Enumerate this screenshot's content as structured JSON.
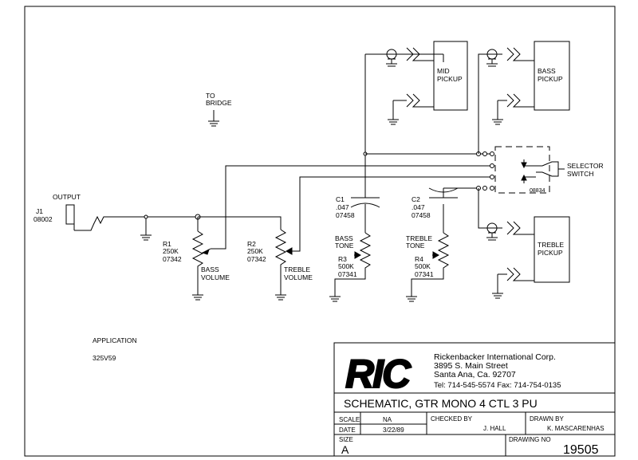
{
  "labels": {
    "output": "OUTPUT",
    "j1": "J1",
    "j1_part": "08002",
    "to_bridge_1": "TO",
    "to_bridge_2": "BRIDGE",
    "r1": "R1",
    "r1_value": "250K",
    "r1_part": "07342",
    "r1_name_1": "BASS",
    "r1_name_2": "VOLUME",
    "r2": "R2",
    "r2_value": "250K",
    "r2_part": "07342",
    "r2_name_1": "TREBLE",
    "r2_name_2": "VOLUME",
    "c1": "C1",
    "c1_value": ".047",
    "c1_part": "07458",
    "c2": "C2",
    "c2_value": ".047",
    "c2_part": "07458",
    "r3_name_1": "BASS",
    "r3_name_2": "TONE",
    "r3": "R3",
    "r3_value": "500K",
    "r3_part": "07341",
    "r4_name_1": "TREBLE",
    "r4_name_2": "TONE",
    "r4": "R4",
    "r4_value": "500K",
    "r4_part": "07341",
    "mid_pickup_1": "MID",
    "mid_pickup_2": "PICKUP",
    "bass_pickup_1": "BASS",
    "bass_pickup_2": "PICKUP",
    "treble_pickup_1": "TREBLE",
    "treble_pickup_2": "PICKUP",
    "selector_1": "SELECTOR",
    "selector_2": "SWITCH",
    "selector_part": "08834",
    "application": "APPLICATION",
    "application_value": "325V59"
  },
  "title_block": {
    "logo": "RIC",
    "company": "Rickenbacker International Corp.",
    "address_1": "3895 S. Main Street",
    "address_2": "Santa Ana, Ca. 92707",
    "phone": "Tel: 714-545-5574  Fax: 714-754-0135",
    "title": "SCHEMATIC, GTR MONO 4 CTL 3 PU",
    "scale_label": "SCALE",
    "scale_value": "NA",
    "date_label": "DATE",
    "date_value": "3/22/89",
    "checked_label": "CHECKED BY",
    "checked_value": "J. HALL",
    "drawn_label": "DRAWN BY",
    "drawn_value": "K. MASCARENHAS",
    "size_label": "SIZE",
    "size_value": "A",
    "drawing_no_label": "DRAWING NO",
    "drawing_no_value": "19505"
  }
}
